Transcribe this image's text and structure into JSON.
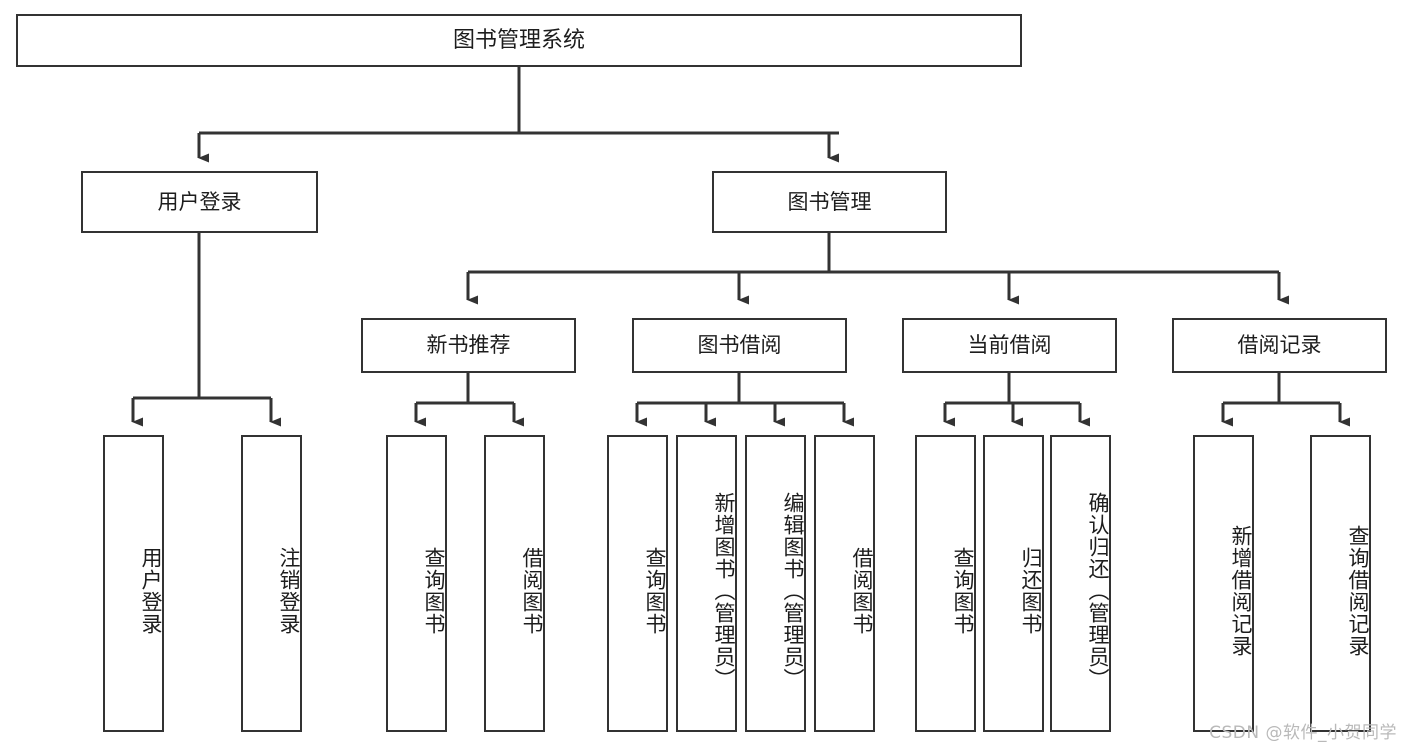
{
  "diagram": {
    "type": "tree",
    "title": "图书管理系统",
    "orientation": "top-down",
    "colors": {
      "box_border": "#333333",
      "box_fill": "#ffffff",
      "connector": "#333333",
      "text": "#1d1d1d",
      "watermark": "#b9b9b9"
    },
    "nodes": {
      "root": {
        "label": "图书管理系统"
      },
      "level1": [
        {
          "label": "用户登录"
        },
        {
          "label": "图书管理"
        }
      ],
      "level2": [
        {
          "label": "新书推荐"
        },
        {
          "label": "图书借阅"
        },
        {
          "label": "当前借阅"
        },
        {
          "label": "借阅记录"
        }
      ],
      "leaves": {
        "user_login": [
          {
            "label": "用户登录"
          },
          {
            "label": "注销登录"
          }
        ],
        "new_book_recommend": [
          {
            "label": "查询图书"
          },
          {
            "label": "借阅图书"
          }
        ],
        "book_borrow": [
          {
            "label": "查询图书"
          },
          {
            "label": "新增图书（管理员）"
          },
          {
            "label": "编辑图书（管理员）"
          },
          {
            "label": "借阅图书"
          }
        ],
        "current_borrow": [
          {
            "label": "查询图书"
          },
          {
            "label": "归还图书"
          },
          {
            "label": "确认归还（管理员）"
          }
        ],
        "borrow_record": [
          {
            "label": "新增借阅记录"
          },
          {
            "label": "查询借阅记录"
          }
        ]
      }
    }
  },
  "watermark": {
    "text": "CSDN @软件_小贺同学"
  }
}
